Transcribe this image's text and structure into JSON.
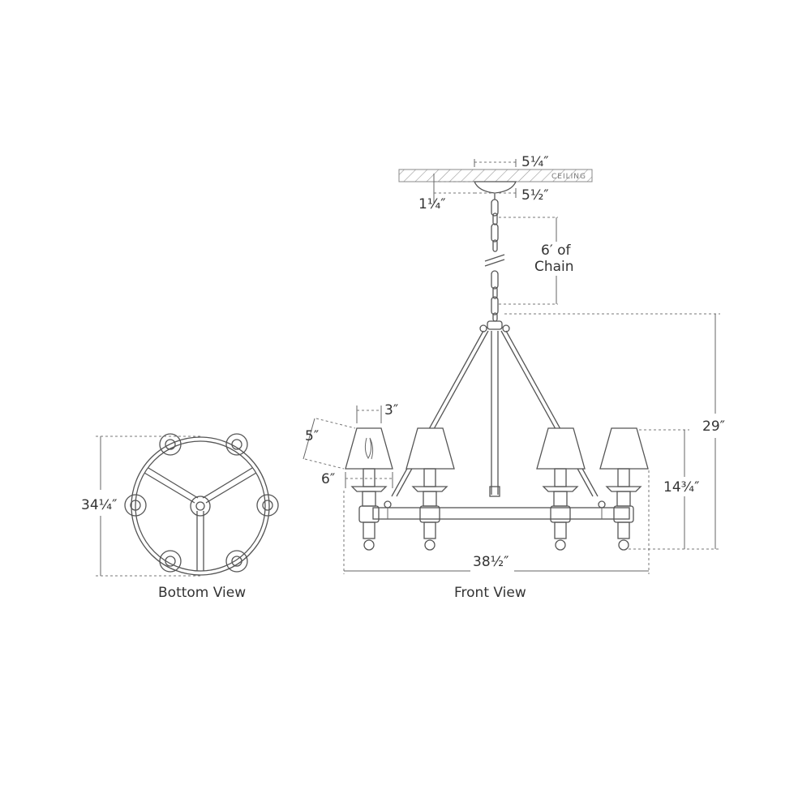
{
  "ceiling_label": "CEILING",
  "dimensions": {
    "canopy_width": "5¼″",
    "canopy_base": "5½″",
    "canopy_height": "1¼″",
    "chain_length_line1": "6′ of",
    "chain_length_line2": "Chain",
    "overall_height": "29″",
    "fixture_height": "14¾″",
    "overall_width": "38½″",
    "shade_top": "3″",
    "shade_height": "5″",
    "shade_bottom": "6″",
    "bottom_diameter": "34¼″"
  },
  "views": {
    "bottom": "Bottom View",
    "front": "Front View"
  },
  "colors": {
    "line": "#555555",
    "text": "#333333",
    "background": "#ffffff"
  }
}
